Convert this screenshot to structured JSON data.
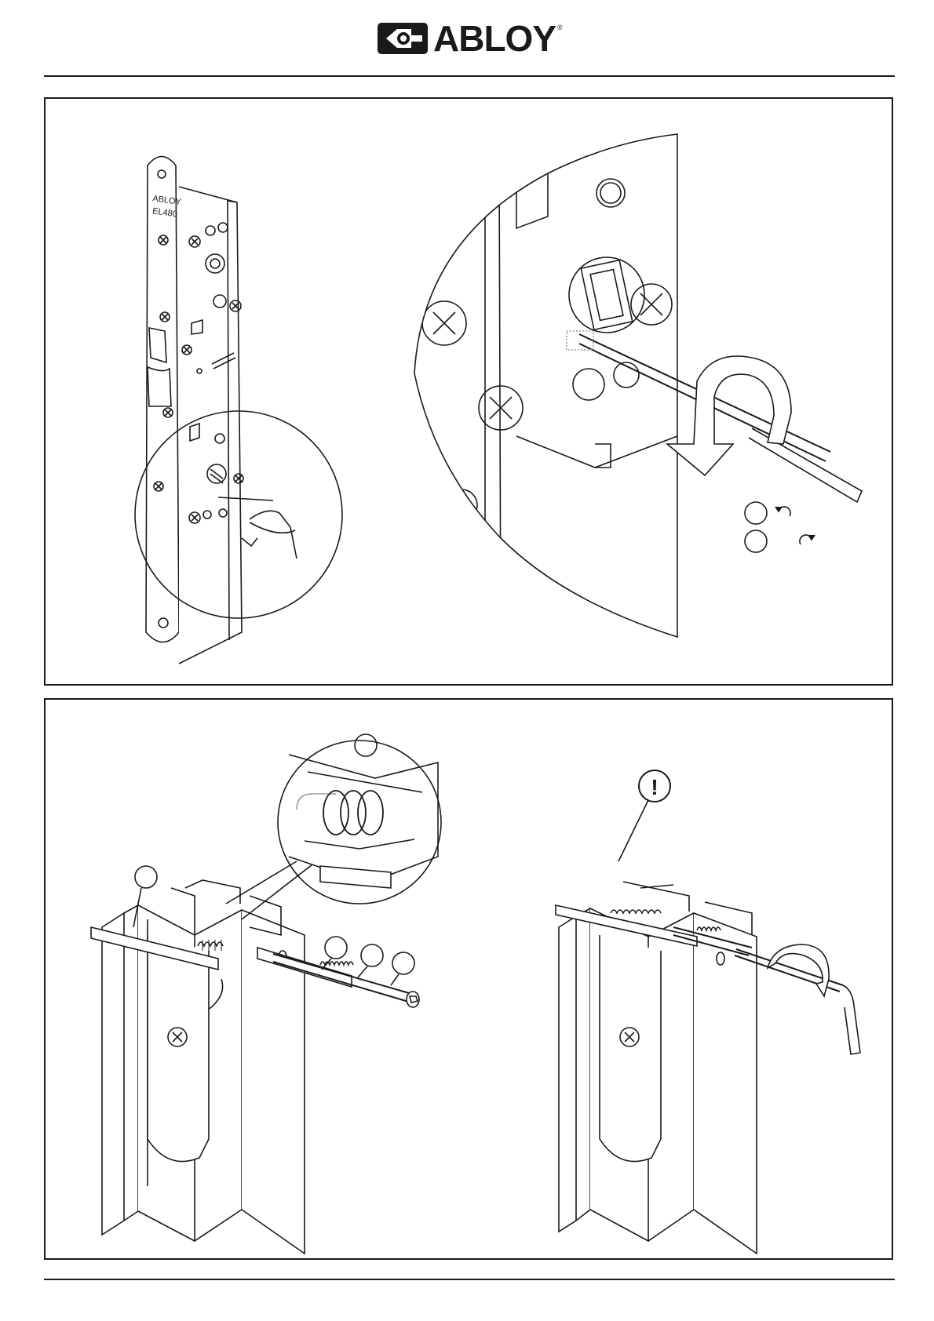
{
  "brand": {
    "name": "ABLOY",
    "registered_mark": "®"
  },
  "lock_face_text": {
    "brand": "ABLOY",
    "model": "EL480"
  },
  "warning_badge": {
    "symbol": "!"
  },
  "colors": {
    "line": "#1a1a1a",
    "background": "#ffffff",
    "hatch": "#9a9a9a"
  },
  "icons": [
    "abloy-key-logo-icon",
    "rotate-ccw-icon",
    "rotate-cw-icon",
    "warning-icon"
  ]
}
